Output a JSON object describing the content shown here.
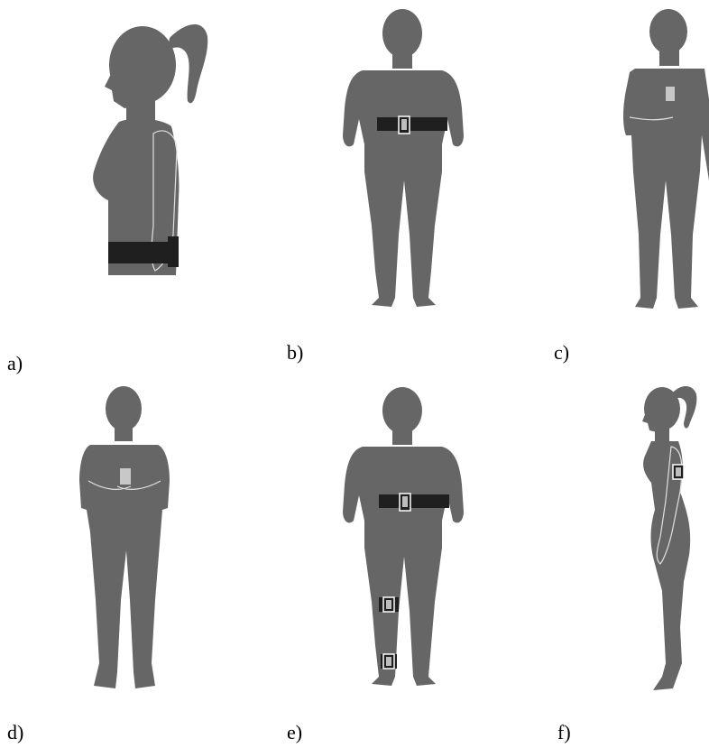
{
  "panels": [
    {
      "id": "a",
      "label": "a)",
      "figure": "female-side-view",
      "sensor": "waist-belt"
    },
    {
      "id": "b",
      "label": "b)",
      "figure": "male-front-view",
      "sensor": "waist-belt"
    },
    {
      "id": "c",
      "label": "c)",
      "figure": "male-front-view",
      "sensor": "hand-held-phone"
    },
    {
      "id": "d",
      "label": "d)",
      "figure": "male-front-view",
      "sensor": "chest-held-phone"
    },
    {
      "id": "e",
      "label": "e)",
      "figure": "male-front-view",
      "sensor": "waist-thigh-ankle"
    },
    {
      "id": "f",
      "label": "f)",
      "figure": "female-side-view",
      "sensor": "upper-arm"
    }
  ],
  "colors": {
    "figure": "#666666",
    "belt": "#1f1f1f",
    "screen": "#c8c8c8",
    "background": "#ffffff"
  }
}
